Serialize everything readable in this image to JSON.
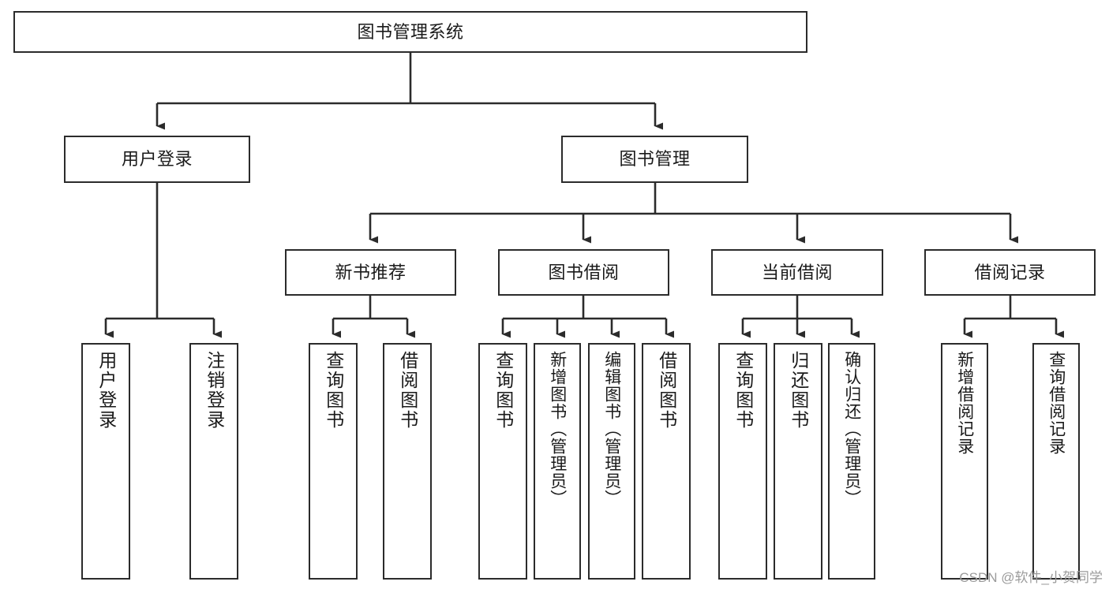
{
  "diagram": {
    "title": "图书管理系统",
    "watermark": "CSDN @软件_小贺同学",
    "root": {
      "label": "图书管理系统"
    },
    "level2": [
      {
        "label": "用户登录"
      },
      {
        "label": "图书管理"
      }
    ],
    "level3": [
      {
        "label": "新书推荐"
      },
      {
        "label": "图书借阅"
      },
      {
        "label": "当前借阅"
      },
      {
        "label": "借阅记录"
      }
    ],
    "leaves": {
      "user_login": [
        {
          "label": "用户登录"
        },
        {
          "label": "注销登录"
        }
      ],
      "new_book_rec": [
        {
          "label": "查询图书"
        },
        {
          "label": "借阅图书"
        }
      ],
      "book_borrow": [
        {
          "label": "查询图书"
        },
        {
          "label": "新增图书（管理员）"
        },
        {
          "label": "编辑图书（管理员）"
        },
        {
          "label": "借阅图书"
        }
      ],
      "current_borrow": [
        {
          "label": "查询图书"
        },
        {
          "label": "归还图书"
        },
        {
          "label": "确认归还（管理员）"
        }
      ],
      "borrow_record": [
        {
          "label": "新增借阅记录"
        },
        {
          "label": "查询借阅记录"
        }
      ]
    },
    "colors": {
      "stroke": "#2b2b2b",
      "background": "#ffffff",
      "text": "#1a1a1a",
      "watermark": "#9b9b9b"
    }
  }
}
